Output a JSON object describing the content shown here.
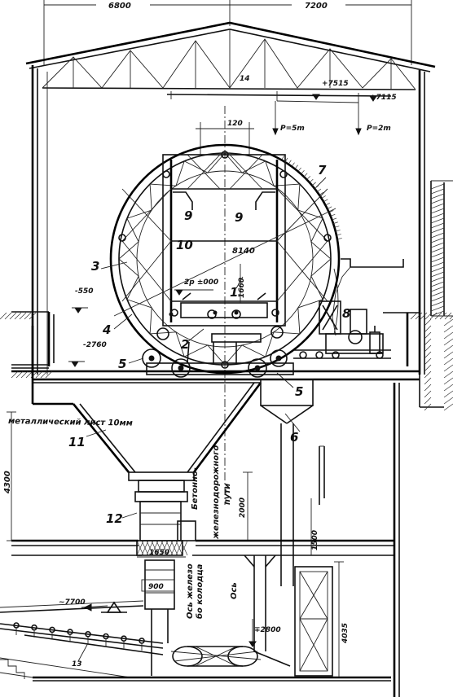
{
  "dimensions": {
    "span_left": "6800",
    "span_right": "7200",
    "top_offset": "120",
    "elev_1": "+7515",
    "elev_2": "+7115",
    "load_1": "P=5m",
    "load_2": "P=2m",
    "drum_dia": "8140",
    "elev_zero": "2p ±000",
    "height_1660": "1660",
    "elev_550": "-550",
    "elev_2760": "-2760",
    "height_4300": "4300",
    "height_2000": "2000",
    "height_1500": "1500",
    "width_1650": "1650",
    "width_900": "900",
    "elev_7700": "~7700",
    "height_4035": "4035",
    "elev_12800": "∓2800"
  },
  "callouts": {
    "n1": "1",
    "n2": "2",
    "n3": "3",
    "n4": "4",
    "n5a": "5",
    "n5b": "5",
    "n6": "6",
    "n7": "7",
    "n8": "8",
    "n9a": "9",
    "n9b": "9",
    "n10": "10",
    "n11": "11",
    "n12": "12",
    "n13": "13",
    "n14": "14"
  },
  "labels": {
    "sheet": "металлический лист 10мм",
    "concrete": "Бетонно-",
    "rail_axis_1": "железнодорожного",
    "rail_axis_2": "пути",
    "axis_word": "Ось",
    "well_axis_1": "Ось железо",
    "well_axis_2": "бо колодца"
  }
}
